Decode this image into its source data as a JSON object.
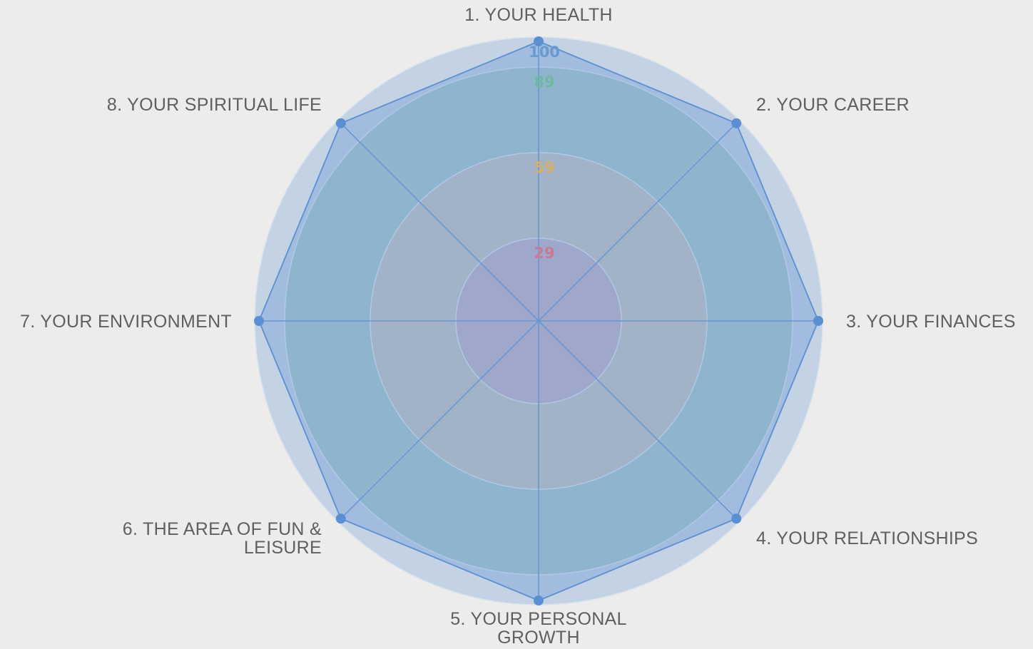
{
  "chart_data": {
    "type": "radar",
    "title": "",
    "axes": [
      {
        "label": [
          "1. YOUR HEALTH"
        ]
      },
      {
        "label": [
          "2. YOUR CAREER"
        ]
      },
      {
        "label": [
          "3. YOUR FINANCES"
        ]
      },
      {
        "label": [
          "4. YOUR RELATIONSHIPS"
        ]
      },
      {
        "label": [
          "5. YOUR PERSONAL",
          "GROWTH"
        ]
      },
      {
        "label": [
          "6. THE AREA OF FUN &",
          "LEISURE"
        ]
      },
      {
        "label": [
          "7. YOUR ENVIRONMENT"
        ]
      },
      {
        "label": [
          "8. YOUR SPIRITUAL LIFE"
        ]
      }
    ],
    "range": [
      0,
      100
    ],
    "bands": [
      {
        "label": "100",
        "upper": 100,
        "color": "#c3d3e3",
        "label_color": "#6a9bd0"
      },
      {
        "label": "89",
        "upper": 89,
        "color": "#a9c7cb",
        "label_color": "#6fb8a2"
      },
      {
        "label": "59",
        "upper": 59,
        "color": "#c5c5c2",
        "label_color": "#d4b06a"
      },
      {
        "label": "29",
        "upper": 29,
        "color": "#c1b3c6",
        "label_color": "#c87a94"
      }
    ],
    "series": [
      {
        "values": [
          100,
          100,
          100,
          100,
          100,
          100,
          100,
          100
        ],
        "color": "#5b8fd3",
        "fill": "#5b8fd3"
      }
    ]
  }
}
